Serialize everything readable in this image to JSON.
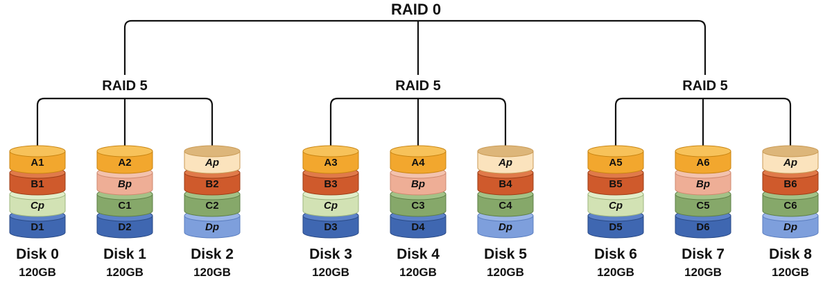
{
  "top": {
    "label": "RAID 0"
  },
  "groups": [
    {
      "label": "RAID 5",
      "disks": [
        {
          "name": "Disk 0",
          "size": "120GB",
          "blocks": [
            {
              "text": "A1",
              "kind": "A"
            },
            {
              "text": "B1",
              "kind": "B"
            },
            {
              "text": "Cp",
              "kind": "Cp"
            },
            {
              "text": "D1",
              "kind": "D"
            }
          ]
        },
        {
          "name": "Disk 1",
          "size": "120GB",
          "blocks": [
            {
              "text": "A2",
              "kind": "A"
            },
            {
              "text": "Bp",
              "kind": "Bp"
            },
            {
              "text": "C1",
              "kind": "C"
            },
            {
              "text": "D2",
              "kind": "D"
            }
          ]
        },
        {
          "name": "Disk 2",
          "size": "120GB",
          "blocks": [
            {
              "text": "Ap",
              "kind": "Ap"
            },
            {
              "text": "B2",
              "kind": "B"
            },
            {
              "text": "C2",
              "kind": "C"
            },
            {
              "text": "Dp",
              "kind": "Dp"
            }
          ]
        }
      ]
    },
    {
      "label": "RAID 5",
      "disks": [
        {
          "name": "Disk 3",
          "size": "120GB",
          "blocks": [
            {
              "text": "A3",
              "kind": "A"
            },
            {
              "text": "B3",
              "kind": "B"
            },
            {
              "text": "Cp",
              "kind": "Cp"
            },
            {
              "text": "D3",
              "kind": "D"
            }
          ]
        },
        {
          "name": "Disk 4",
          "size": "120GB",
          "blocks": [
            {
              "text": "A4",
              "kind": "A"
            },
            {
              "text": "Bp",
              "kind": "Bp"
            },
            {
              "text": "C3",
              "kind": "C"
            },
            {
              "text": "D4",
              "kind": "D"
            }
          ]
        },
        {
          "name": "Disk 5",
          "size": "120GB",
          "blocks": [
            {
              "text": "Ap",
              "kind": "Ap"
            },
            {
              "text": "B4",
              "kind": "B"
            },
            {
              "text": "C4",
              "kind": "C"
            },
            {
              "text": "Dp",
              "kind": "Dp"
            }
          ]
        }
      ]
    },
    {
      "label": "RAID 5",
      "disks": [
        {
          "name": "Disk 6",
          "size": "120GB",
          "blocks": [
            {
              "text": "A5",
              "kind": "A"
            },
            {
              "text": "B5",
              "kind": "B"
            },
            {
              "text": "Cp",
              "kind": "Cp"
            },
            {
              "text": "D5",
              "kind": "D"
            }
          ]
        },
        {
          "name": "Disk 7",
          "size": "120GB",
          "blocks": [
            {
              "text": "A6",
              "kind": "A"
            },
            {
              "text": "Bp",
              "kind": "Bp"
            },
            {
              "text": "C5",
              "kind": "C"
            },
            {
              "text": "D6",
              "kind": "D"
            }
          ]
        },
        {
          "name": "Disk 8",
          "size": "120GB",
          "blocks": [
            {
              "text": "Ap",
              "kind": "Ap"
            },
            {
              "text": "B6",
              "kind": "B"
            },
            {
              "text": "C6",
              "kind": "C"
            },
            {
              "text": "Dp",
              "kind": "Dp"
            }
          ]
        }
      ]
    }
  ],
  "colors": {
    "A": {
      "fill": "#f2a72e",
      "top": "#f7c25a",
      "edge": "#c98512"
    },
    "Ap": {
      "fill": "#fbe3bd",
      "top": "#ddb67a",
      "edge": "#c99a55"
    },
    "B": {
      "fill": "#cf5a2c",
      "top": "#e07a4a",
      "edge": "#9e3d16"
    },
    "Bp": {
      "fill": "#eeae96",
      "top": "#f3c2ae",
      "edge": "#cf8a70"
    },
    "C": {
      "fill": "#86a86a",
      "top": "#a3c287",
      "edge": "#5e7f47"
    },
    "Cp": {
      "fill": "#d2e2b4",
      "top": "#e1edc9",
      "edge": "#9db57e"
    },
    "D": {
      "fill": "#3f67b1",
      "top": "#5c82c8",
      "edge": "#2a4a86"
    },
    "Dp": {
      "fill": "#7e9fdc",
      "top": "#9bb6e6",
      "edge": "#5a7dbf"
    },
    "line": "#111111"
  }
}
